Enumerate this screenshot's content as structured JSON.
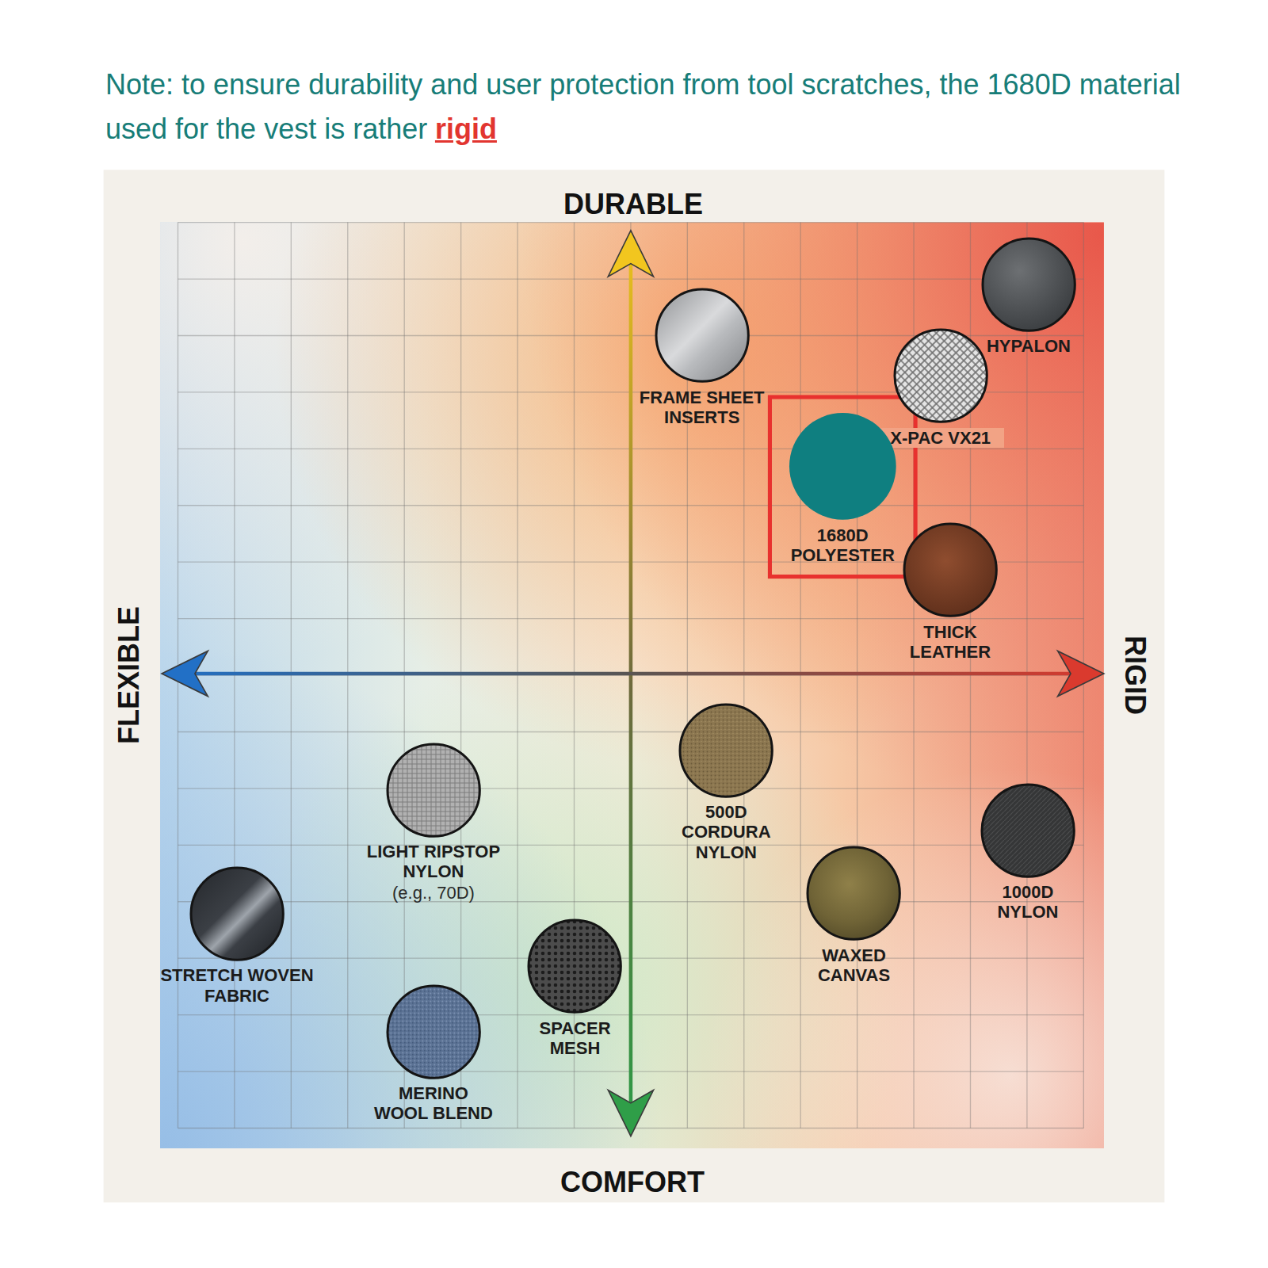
{
  "diagram": {
    "nodes": [
      {
        "text": [
          "HYPALON"
        ]
      },
      {
        "text": [
          "FRAME SHEET INSERTS"
        ]
      },
      {
        "text": [
          "X-PAC VX21"
        ]
      },
      {
        "text": [
          "1680D POLYESTER"
        ]
      },
      {
        "text": [
          "THICK LEATHER"
        ]
      },
      {
        "text": [
          "500D CORDURA NYLON"
        ]
      },
      {
        "text": [
          "LIGHT RIPSTOP NYLON",
          "(e.g., 70D)"
        ]
      },
      {
        "text": [
          "1000D NYLON"
        ]
      },
      {
        "text": [
          "WAXED CANVAS"
        ]
      },
      {
        "text": [
          "STRETCH WOVEN FABRIC"
        ]
      },
      {
        "text": [
          "SPACER MESH"
        ]
      },
      {
        "text": [
          "MERINO WOOL BLEND"
        ]
      }
    ],
    "labels": [
      "Note: to ensure durability and user protection from tool scratches, the 1680D material used for the vest is rather",
      "rigid",
      "DURABLE",
      "FLEXIBLE",
      "RIGID",
      "COMFORT"
    ]
  }
}
